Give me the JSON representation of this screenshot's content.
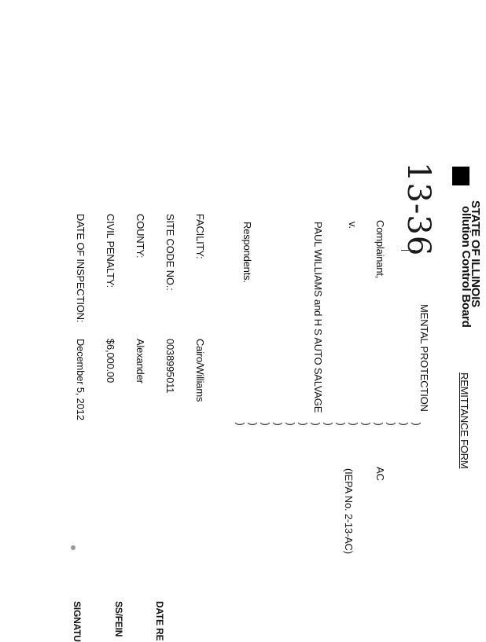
{
  "header": {
    "state_line": "STATE OF ILLINOIS",
    "board_line": "ollution Control Board",
    "form_title": "REMITTANCE FORM"
  },
  "handwritten_case_no": "13-36",
  "caption": {
    "agency_fragment": "MENTAL PROTECTION",
    "complainant": "Complainant,",
    "ac_label": "AC",
    "iepa_no": "(IEPA No. 2-13-AC)",
    "versus": "v.",
    "respondent_names": "PAUL WILLIAMS and H S AUTO SALVAGE",
    "respondents": "Respondents."
  },
  "fields": [
    {
      "label": "FACILITY:",
      "value": "Cairo/Williams"
    },
    {
      "label": "SITE CODE NO.:",
      "value": "0038995011"
    },
    {
      "label": "COUNTY:",
      "value": "Alexander"
    },
    {
      "label": "CIVIL PENALTY:",
      "value": "$6,000.00"
    },
    {
      "label": "DATE OF INSPECTION:",
      "value": "December 5, 2012"
    }
  ],
  "edge_labels": {
    "date_received": "DATE RE",
    "ss_fein": "SS/FEIN",
    "signature": "SIGNATU"
  }
}
